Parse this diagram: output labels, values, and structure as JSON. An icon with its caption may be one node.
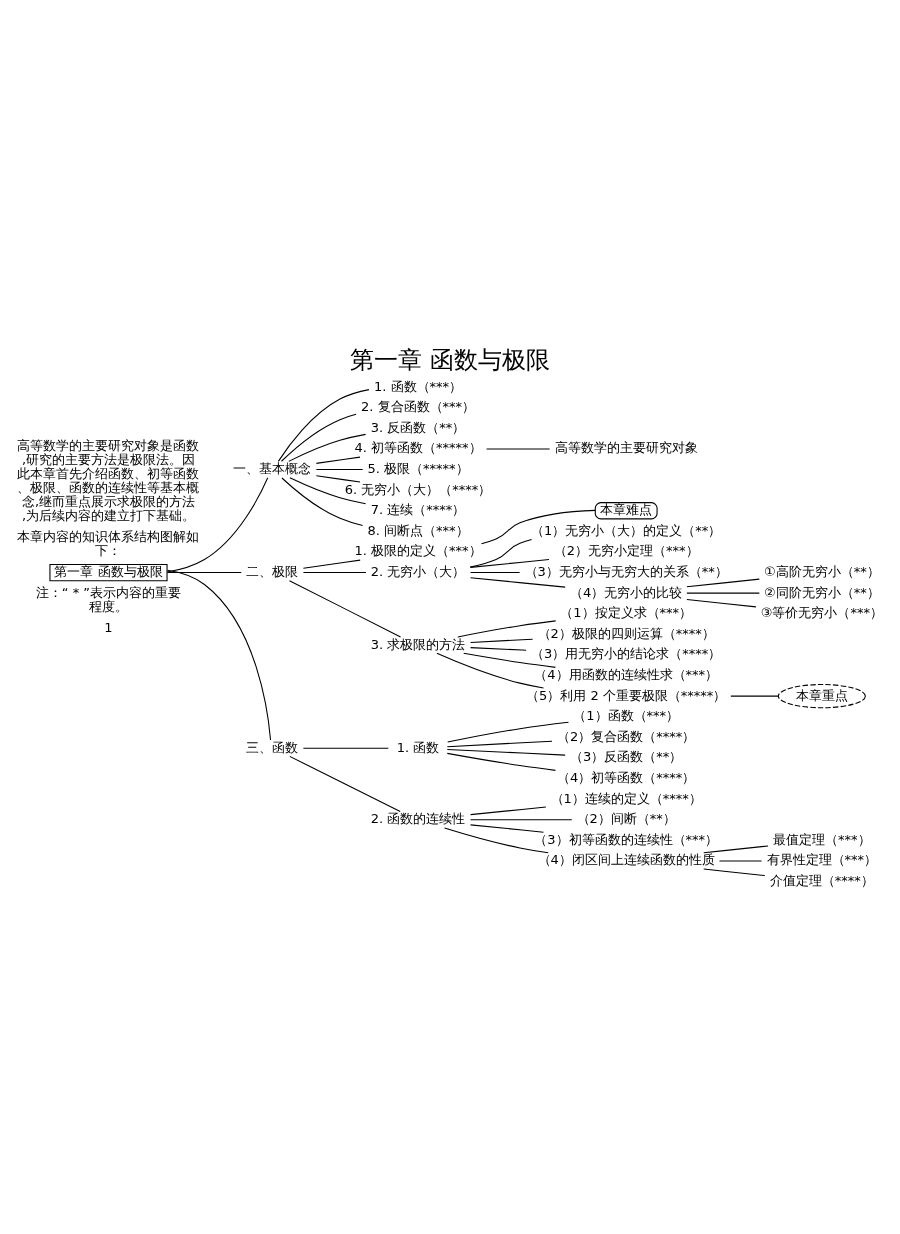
{
  "diagram": {
    "title": "第一章 函数与极限",
    "nodes": [
      {
        "text": [
          "第一章 函数与极限"
        ]
      },
      {
        "text": [
          "一、基本概念"
        ]
      },
      {
        "text": [
          "1. 函数（***）"
        ]
      },
      {
        "text": [
          "2. 复合函数（***）"
        ]
      },
      {
        "text": [
          "3. 反函数（**）"
        ]
      },
      {
        "text": [
          "4. 初等函数（*****）"
        ]
      },
      {
        "text": [
          "5. 极限（*****）"
        ]
      },
      {
        "text": [
          "6. 无穷小（大）（****）"
        ]
      },
      {
        "text": [
          "7. 连续（****）"
        ]
      },
      {
        "text": [
          "8. 间断点（***）"
        ]
      },
      {
        "text": [
          "高等数学的主要研究对象"
        ]
      },
      {
        "text": [
          "二、极限"
        ]
      },
      {
        "text": [
          "1. 极限的定义（***）"
        ]
      },
      {
        "text": [
          "本章难点"
        ]
      },
      {
        "text": [
          "2. 无穷小（大）"
        ]
      },
      {
        "text": [
          "（1）无穷小（大）的定义（**）"
        ]
      },
      {
        "text": [
          "（2）无穷小定理（***）"
        ]
      },
      {
        "text": [
          "（3）无穷小与无穷大的关系（**）"
        ]
      },
      {
        "text": [
          "（4）无穷小的比较"
        ]
      },
      {
        "text": [
          "①高阶无穷小（**）"
        ]
      },
      {
        "text": [
          "②同阶无穷小（**）"
        ]
      },
      {
        "text": [
          "③等价无穷小（***）"
        ]
      },
      {
        "text": [
          "3. 求极限的方法"
        ]
      },
      {
        "text": [
          "（1）按定义求（***）"
        ]
      },
      {
        "text": [
          "（2）极限的四则运算（****）"
        ]
      },
      {
        "text": [
          "（3）用无穷小的结论求（****）"
        ]
      },
      {
        "text": [
          "（4）用函数的连续性求（***）"
        ]
      },
      {
        "text": [
          "（5）利用 2 个重要极限（*****）"
        ]
      },
      {
        "text": [
          "本章重点"
        ]
      },
      {
        "text": [
          "三、函数"
        ]
      },
      {
        "text": [
          "1. 函数"
        ]
      },
      {
        "text": [
          "（1）函数（***）"
        ]
      },
      {
        "text": [
          "（2）复合函数（****）"
        ]
      },
      {
        "text": [
          "（3）反函数（**）"
        ]
      },
      {
        "text": [
          "（4）初等函数（****）"
        ]
      },
      {
        "text": [
          "2. 函数的连续性"
        ]
      },
      {
        "text": [
          "（1）连续的定义（****）"
        ]
      },
      {
        "text": [
          "（2）间断（**）"
        ]
      },
      {
        "text": [
          "（3）初等函数的连续性（***）"
        ]
      },
      {
        "text": [
          "（4）闭区间上连续函数的性质"
        ]
      },
      {
        "text": [
          "最值定理（***）"
        ]
      },
      {
        "text": [
          "有界性定理（***）"
        ]
      },
      {
        "text": [
          "介值定理（****）"
        ]
      }
    ],
    "edges": [
      {
        "from": 0,
        "to": 1,
        "arrow": "none"
      },
      {
        "from": 0,
        "to": 11,
        "arrow": "none"
      },
      {
        "from": 0,
        "to": 29,
        "arrow": "none"
      },
      {
        "from": 1,
        "to": 2,
        "arrow": "none"
      },
      {
        "from": 1,
        "to": 3,
        "arrow": "none"
      },
      {
        "from": 1,
        "to": 4,
        "arrow": "none"
      },
      {
        "from": 1,
        "to": 5,
        "arrow": "none"
      },
      {
        "from": 1,
        "to": 6,
        "arrow": "none"
      },
      {
        "from": 1,
        "to": 7,
        "arrow": "none"
      },
      {
        "from": 1,
        "to": 8,
        "arrow": "none"
      },
      {
        "from": 1,
        "to": 9,
        "arrow": "none"
      },
      {
        "from": 5,
        "to": 10,
        "arrow": "none"
      },
      {
        "from": 11,
        "to": 12,
        "arrow": "none"
      },
      {
        "from": 12,
        "to": 13,
        "arrow": "none"
      },
      {
        "from": 11,
        "to": 14,
        "arrow": "none"
      },
      {
        "from": 11,
        "to": 22,
        "arrow": "none"
      },
      {
        "from": 14,
        "to": 15,
        "arrow": "none"
      },
      {
        "from": 14,
        "to": 16,
        "arrow": "none"
      },
      {
        "from": 14,
        "to": 17,
        "arrow": "none"
      },
      {
        "from": 14,
        "to": 18,
        "arrow": "none"
      },
      {
        "from": 18,
        "to": 19,
        "arrow": "none"
      },
      {
        "from": 18,
        "to": 20,
        "arrow": "none"
      },
      {
        "from": 18,
        "to": 21,
        "arrow": "none"
      },
      {
        "from": 22,
        "to": 23,
        "arrow": "none"
      },
      {
        "from": 22,
        "to": 24,
        "arrow": "none"
      },
      {
        "from": 22,
        "to": 25,
        "arrow": "none"
      },
      {
        "from": 22,
        "to": 26,
        "arrow": "none"
      },
      {
        "from": 22,
        "to": 27,
        "arrow": "none"
      },
      {
        "from": 27,
        "to": 28,
        "arrow": "none"
      },
      {
        "from": 29,
        "to": 30,
        "arrow": "none"
      },
      {
        "from": 29,
        "to": 35,
        "arrow": "none"
      },
      {
        "from": 30,
        "to": 31,
        "arrow": "none"
      },
      {
        "from": 30,
        "to": 32,
        "arrow": "none"
      },
      {
        "from": 30,
        "to": 33,
        "arrow": "none"
      },
      {
        "from": 30,
        "to": 34,
        "arrow": "none"
      },
      {
        "from": 35,
        "to": 36,
        "arrow": "none"
      },
      {
        "from": 35,
        "to": 37,
        "arrow": "none"
      },
      {
        "from": 35,
        "to": 38,
        "arrow": "none"
      },
      {
        "from": 35,
        "to": 39,
        "arrow": "none"
      },
      {
        "from": 39,
        "to": 40,
        "arrow": "none"
      },
      {
        "from": 39,
        "to": 41,
        "arrow": "none"
      },
      {
        "from": 39,
        "to": 42,
        "arrow": "none"
      }
    ],
    "labels": [
      "高等数学的主要研究对象是函数,研究的主要方法是极限法。因此本章首先介绍函数、初等函数、极限、函数的连续性等基本概念,继而重点展示求极限的方法,为后续内容的建立打下基础。",
      "本章内容的知识体系结构图解如下：",
      "注：“ * ”表示内容的重要程度。",
      "1"
    ]
  }
}
